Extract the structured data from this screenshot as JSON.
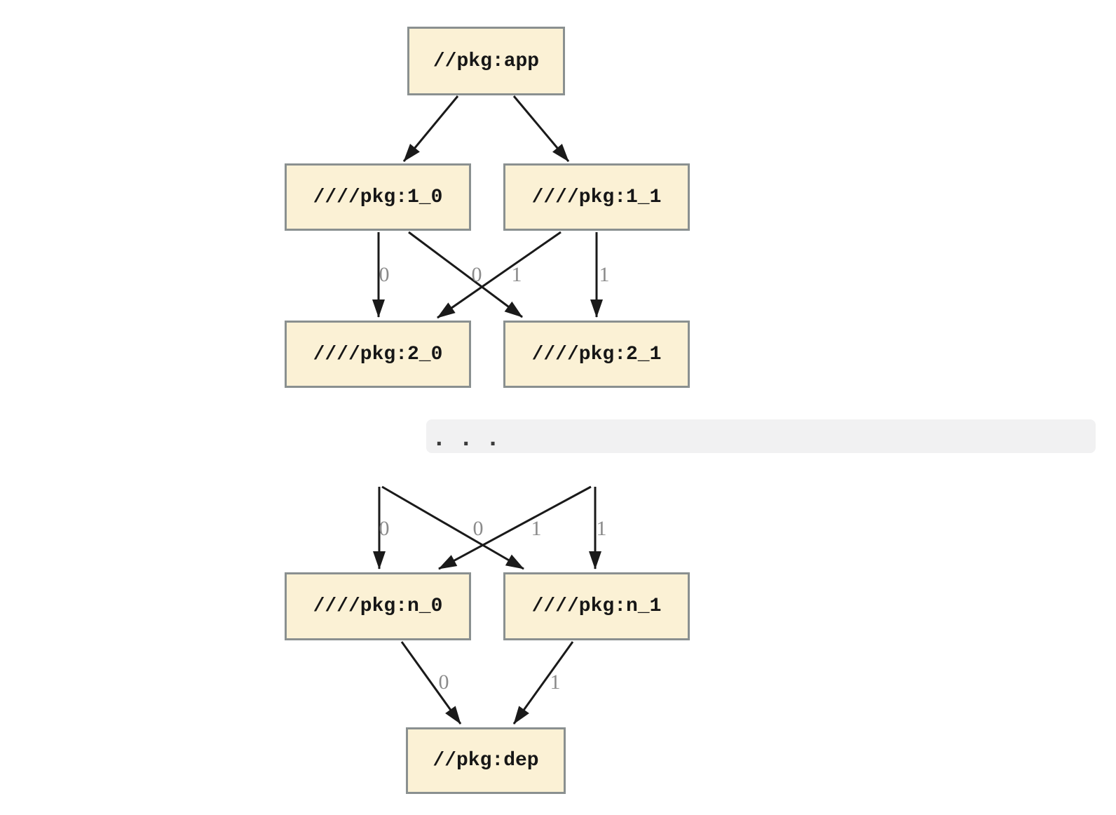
{
  "diagram": {
    "type": "dependency-graph",
    "colors": {
      "background": "#ffffff",
      "node_fill": "#fbf1d5",
      "node_border": "#8a9090",
      "edge": "#1a1a1a",
      "edge_label": "#8b8b8b",
      "band_bg": "#f1f1f2",
      "dots": "#3b3b3b"
    },
    "nodes": [
      {
        "id": "app",
        "label": "//pkg:app"
      },
      {
        "id": "1_0",
        "label": "////pkg:1_0"
      },
      {
        "id": "1_1",
        "label": "////pkg:1_1"
      },
      {
        "id": "2_0",
        "label": "////pkg:2_0"
      },
      {
        "id": "2_1",
        "label": "////pkg:2_1"
      },
      {
        "id": "n_0",
        "label": "////pkg:n_0"
      },
      {
        "id": "n_1",
        "label": "////pkg:n_1"
      },
      {
        "id": "dep",
        "label": "//pkg:dep"
      }
    ],
    "ellipsis": ". . .",
    "edges": [
      {
        "from": "//pkg:app",
        "to": "////pkg:1_0",
        "label": ""
      },
      {
        "from": "//pkg:app",
        "to": "////pkg:1_1",
        "label": ""
      },
      {
        "from": "////pkg:1_0",
        "to": "////pkg:2_0",
        "label": "0"
      },
      {
        "from": "////pkg:1_1",
        "to": "////pkg:2_0",
        "label": "0"
      },
      {
        "from": "////pkg:1_0",
        "to": "////pkg:2_1",
        "label": "1"
      },
      {
        "from": "////pkg:1_1",
        "to": "////pkg:2_1",
        "label": "1"
      },
      {
        "from": "...",
        "to": "////pkg:n_0",
        "label": "0"
      },
      {
        "from": "...",
        "to": "////pkg:n_0",
        "label": "0"
      },
      {
        "from": "...",
        "to": "////pkg:n_1",
        "label": "1"
      },
      {
        "from": "...",
        "to": "////pkg:n_1",
        "label": "1"
      },
      {
        "from": "////pkg:n_0",
        "to": "//pkg:dep",
        "label": "0"
      },
      {
        "from": "////pkg:n_1",
        "to": "//pkg:dep",
        "label": "1"
      }
    ]
  }
}
